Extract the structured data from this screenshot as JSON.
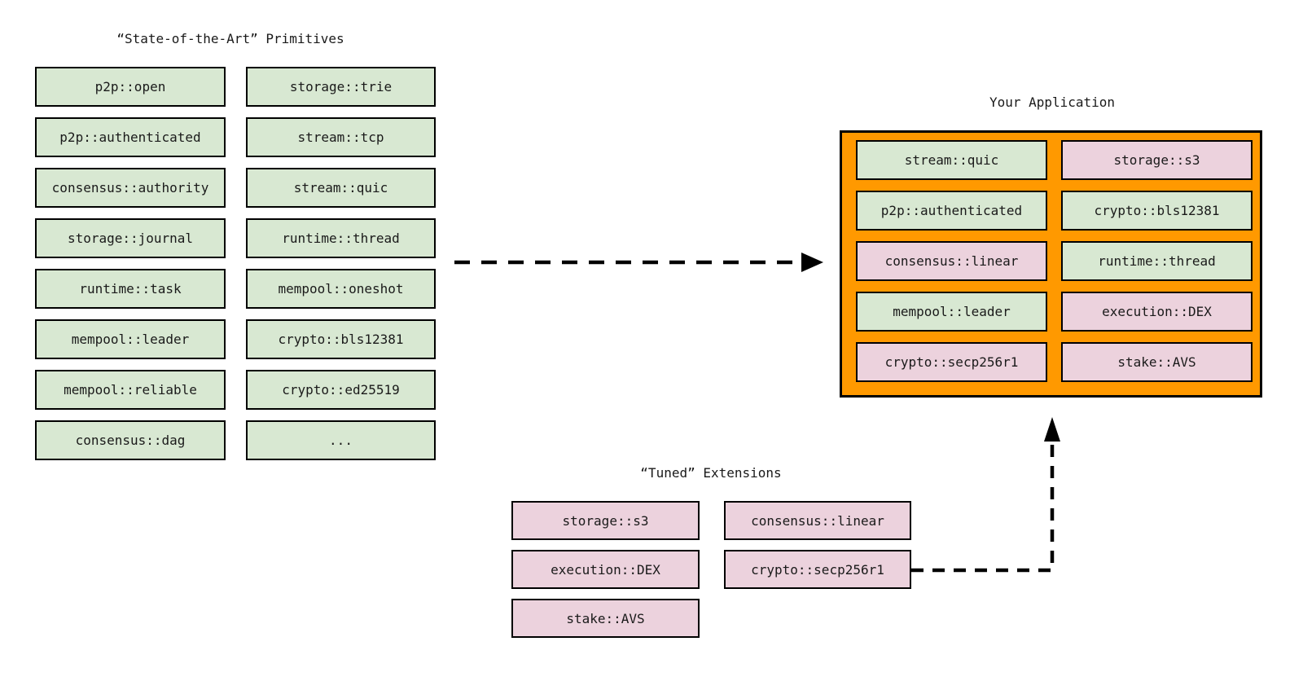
{
  "colors": {
    "primitive_fill": "#d8e8d2",
    "extension_fill": "#ecd2dd",
    "application_fill": "#ff9900",
    "border": "#000000",
    "arrow": "#000000",
    "background": "#ffffff",
    "text": "#1a1a1a"
  },
  "primitives": {
    "title": "“State-of-the-Art” Primitives",
    "col1": [
      "p2p::open",
      "p2p::authenticated",
      "consensus::authority",
      "storage::journal",
      "runtime::task",
      "mempool::leader",
      "mempool::reliable",
      "consensus::dag"
    ],
    "col2": [
      "storage::trie",
      "stream::tcp",
      "stream::quic",
      "runtime::thread",
      "mempool::oneshot",
      "crypto::bls12381",
      "crypto::ed25519",
      "..."
    ]
  },
  "application": {
    "title": "Your Application",
    "cells": [
      {
        "label": "stream::quic",
        "variant": "green"
      },
      {
        "label": "storage::s3",
        "variant": "pink"
      },
      {
        "label": "p2p::authenticated",
        "variant": "green"
      },
      {
        "label": "crypto::bls12381",
        "variant": "green"
      },
      {
        "label": "consensus::linear",
        "variant": "pink"
      },
      {
        "label": "runtime::thread",
        "variant": "green"
      },
      {
        "label": "mempool::leader",
        "variant": "green"
      },
      {
        "label": "execution::DEX",
        "variant": "pink"
      },
      {
        "label": "crypto::secp256r1",
        "variant": "pink"
      },
      {
        "label": "stake::AVS",
        "variant": "pink"
      }
    ]
  },
  "extensions": {
    "title": "“Tuned” Extensions",
    "col1": [
      "storage::s3",
      "execution::DEX",
      "stake::AVS"
    ],
    "col2": [
      "consensus::linear",
      "crypto::secp256r1"
    ]
  }
}
